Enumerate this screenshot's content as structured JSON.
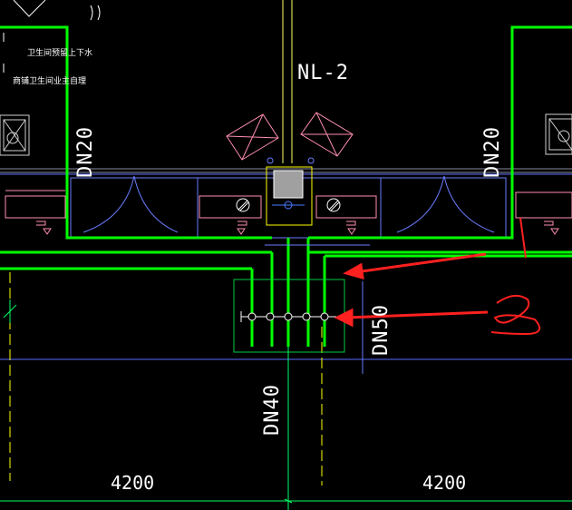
{
  "notes": {
    "line1": "卫生间预留上下水",
    "line2": "商铺卫生间业主自理"
  },
  "pipe_tag": "NL-2",
  "pipe_sizes": {
    "left_riser": "DN20",
    "right_riser": "DN20",
    "branch": "DN50",
    "main": "DN40"
  },
  "dimensions": {
    "left_span": "4200",
    "right_span": "4200"
  },
  "colors": {
    "background": "#000000",
    "pipe": "#00ff00",
    "annotation_arrow": "#ff2020",
    "fixture": "#ff8fb0",
    "duct": "#6a7cff",
    "axis": "#ffff00",
    "text": "#ffffff",
    "dim_line": "#00ff66"
  }
}
